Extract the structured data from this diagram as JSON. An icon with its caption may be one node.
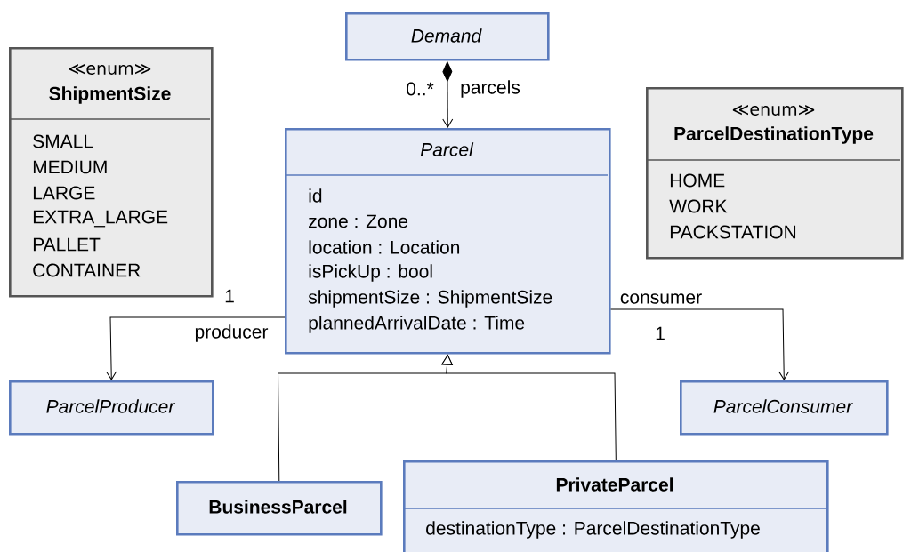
{
  "diagram": {
    "nodes": [
      {
        "text": [
          "Demand"
        ]
      },
      {
        "text": [
          "≪enum≫",
          "ShipmentSize",
          "SMALL",
          "MEDIUM",
          "LARGE",
          "EXTRA_LARGE",
          "PALLET",
          "CONTAINER"
        ]
      },
      {
        "text": [
          "≪enum≫",
          "ParcelDestinationType",
          "HOME",
          "WORK",
          "PACKSTATION"
        ]
      },
      {
        "text": [
          "Parcel",
          "id",
          "zone : Zone",
          "location : Location",
          "isPickUp : bool",
          "shipmentSize : ShipmentSize",
          "plannedArrivalDate : Time"
        ]
      },
      {
        "text": [
          "ParcelProducer"
        ]
      },
      {
        "text": [
          "ParcelConsumer"
        ]
      },
      {
        "text": [
          "BusinessParcel"
        ]
      },
      {
        "text": [
          "PrivateParcel",
          "destinationType : ParcelDestinationType"
        ]
      }
    ],
    "edges": [
      {
        "from": 0,
        "to": 3,
        "arrow": "to",
        "label": "parcels"
      },
      {
        "from": 3,
        "to": 4,
        "arrow": "to",
        "label": "producer"
      },
      {
        "from": 3,
        "to": 5,
        "arrow": "to",
        "label": "consumer"
      },
      {
        "from": 6,
        "to": 3,
        "arrow": "to"
      },
      {
        "from": 7,
        "to": 3,
        "arrow": "to"
      }
    ],
    "labels": [
      "0..*",
      "1",
      "1"
    ]
  }
}
